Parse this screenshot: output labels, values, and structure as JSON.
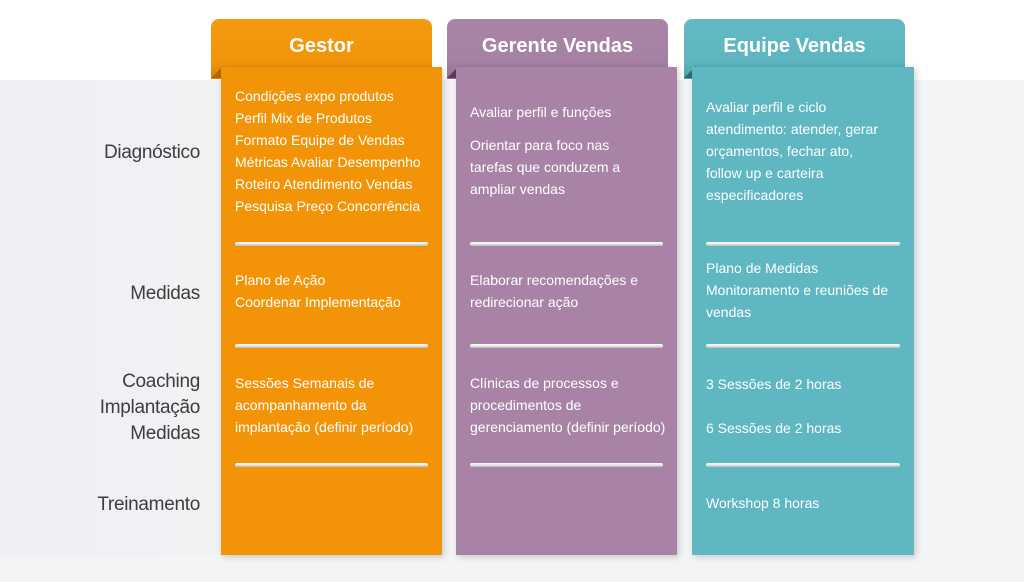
{
  "colors": {
    "gestor": "#f39408",
    "gerente": "#a883a6",
    "equipe": "#5fb7c1",
    "label_text": "#3d3d3d",
    "background": "#f1f2f4"
  },
  "rows": [
    {
      "label": "Diagnóstico"
    },
    {
      "label": "Medidas"
    },
    {
      "label_lines": [
        "Coaching",
        "Implantação",
        "Medidas"
      ]
    },
    {
      "label": "Treinamento"
    }
  ],
  "columns": [
    {
      "title": "Gestor",
      "diagnostico": [
        "Condições expo produtos",
        "Perfil Mix de Produtos",
        "Formato Equipe de Vendas",
        "Métricas Avaliar Desempenho",
        "Roteiro Atendimento Vendas",
        "Pesquisa Preço Concorrência"
      ],
      "medidas": [
        "Plano de Ação",
        "Coordenar Implementação"
      ],
      "coaching": [
        "Sessões Semanais de",
        "acompanhamento da",
        "implantação (definir período)"
      ],
      "treinamento": []
    },
    {
      "title": "Gerente Vendas",
      "diagnostico_a": [
        "Avaliar perfil e funções"
      ],
      "diagnostico_b": [
        "Orientar para foco nas",
        "tarefas que conduzem a",
        "ampliar vendas"
      ],
      "medidas": [
        "Elaborar recomendações e",
        "redirecionar ação"
      ],
      "coaching": [
        "Clínicas de processos e",
        "procedimentos de",
        "gerenciamento (definir período)"
      ],
      "treinamento": []
    },
    {
      "title": "Equipe Vendas",
      "diagnostico": [
        "Avaliar perfil e ciclo",
        "atendimento: atender, gerar",
        "orçamentos, fechar ato,",
        "follow up e carteira",
        "especificadores"
      ],
      "medidas": [
        "Plano de Medidas",
        "Monitoramento e reuniões de",
        "vendas"
      ],
      "coaching_a": [
        "3 Sessões de 2 horas"
      ],
      "coaching_b": [
        "6 Sessões de 2 horas"
      ],
      "treinamento": [
        "Workshop 8 horas"
      ]
    }
  ]
}
